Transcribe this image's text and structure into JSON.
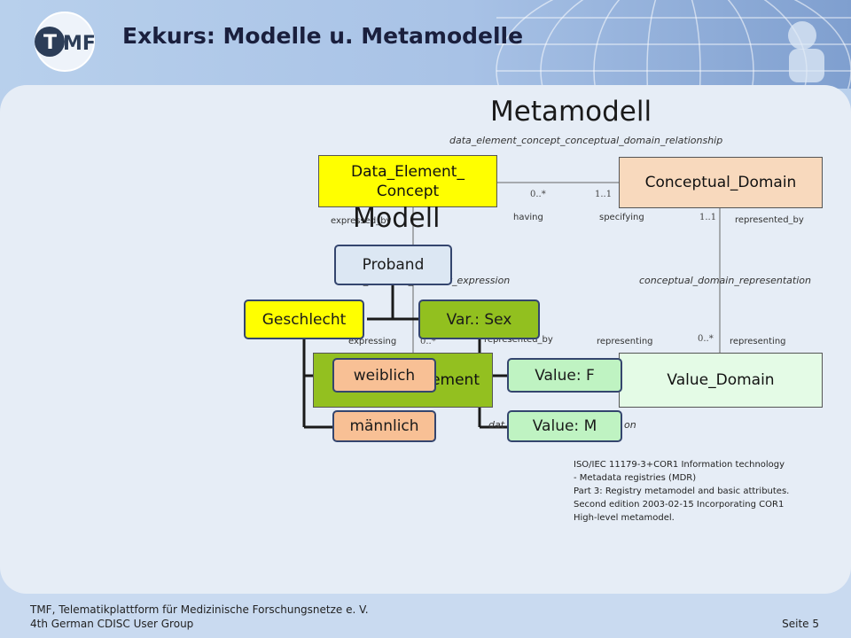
{
  "header": {
    "logo_text": "TMF",
    "title": "Exkurs: Modelle u. Metamodelle"
  },
  "metamodel": {
    "heading": "Metamodell",
    "relationship_top": "data_element_concept_conceptual_domain_relationship",
    "relationship_left": "data_element_concept_expression",
    "relationship_right": "conceptual_domain_representation",
    "relationship_bottom": "on",
    "boxes": {
      "dec_line1": "Data_Element_",
      "dec_line2": "Concept",
      "conceptual_domain": "Conceptual_Domain",
      "data_element_partial": "ement",
      "value_domain": "Value_Domain"
    },
    "roles": {
      "expressed_by": "expressed_by",
      "having": "having",
      "specifying": "specifying",
      "represented_by_right": "represented_by",
      "expressing": "expressing",
      "represented_by_mid": "represented_by",
      "representing_left": "representing",
      "representing_right": "representing",
      "dat": "dat"
    },
    "multiplicities": {
      "having_mult": "0..*",
      "specifying_mult": "1..1",
      "right_top_mult": "1..1",
      "expressing_mult": "0..*",
      "right_bottom_mult": "0..*"
    },
    "colors": {
      "dec_fill": "#ffff00",
      "conceptual_fill": "#f8d9bd",
      "data_element_fill": "#93c020",
      "value_domain_fill": "#e4fbe6"
    }
  },
  "model": {
    "heading": "Modell",
    "nodes": {
      "proband": "Proband",
      "geschlecht": "Geschlecht",
      "var_sex": "Var.: Sex",
      "weiblich": "weiblich",
      "maennlich": "männlich",
      "value_f": "Value: F",
      "value_m": "Value: M"
    },
    "colors": {
      "proband_fill": "#dce7f3",
      "geschlecht_fill": "#ffff00",
      "var_sex_fill": "#92c01f",
      "value_fill": "#bff3c2",
      "member_fill": "#f8c095"
    }
  },
  "reference": {
    "lines": [
      "ISO/IEC 11179-3+COR1 Information technology",
      "- Metadata registries (MDR)",
      "Part 3: Registry metamodel and basic attributes.",
      "Second edition 2003-02-15 Incorporating COR1",
      "High-level metamodel."
    ]
  },
  "footer": {
    "line1": "TMF, Telematikplattform für Medizinische Forschungsnetze e. V.",
    "line2": "4th German CDISC User Group",
    "page": "Seite 5"
  }
}
